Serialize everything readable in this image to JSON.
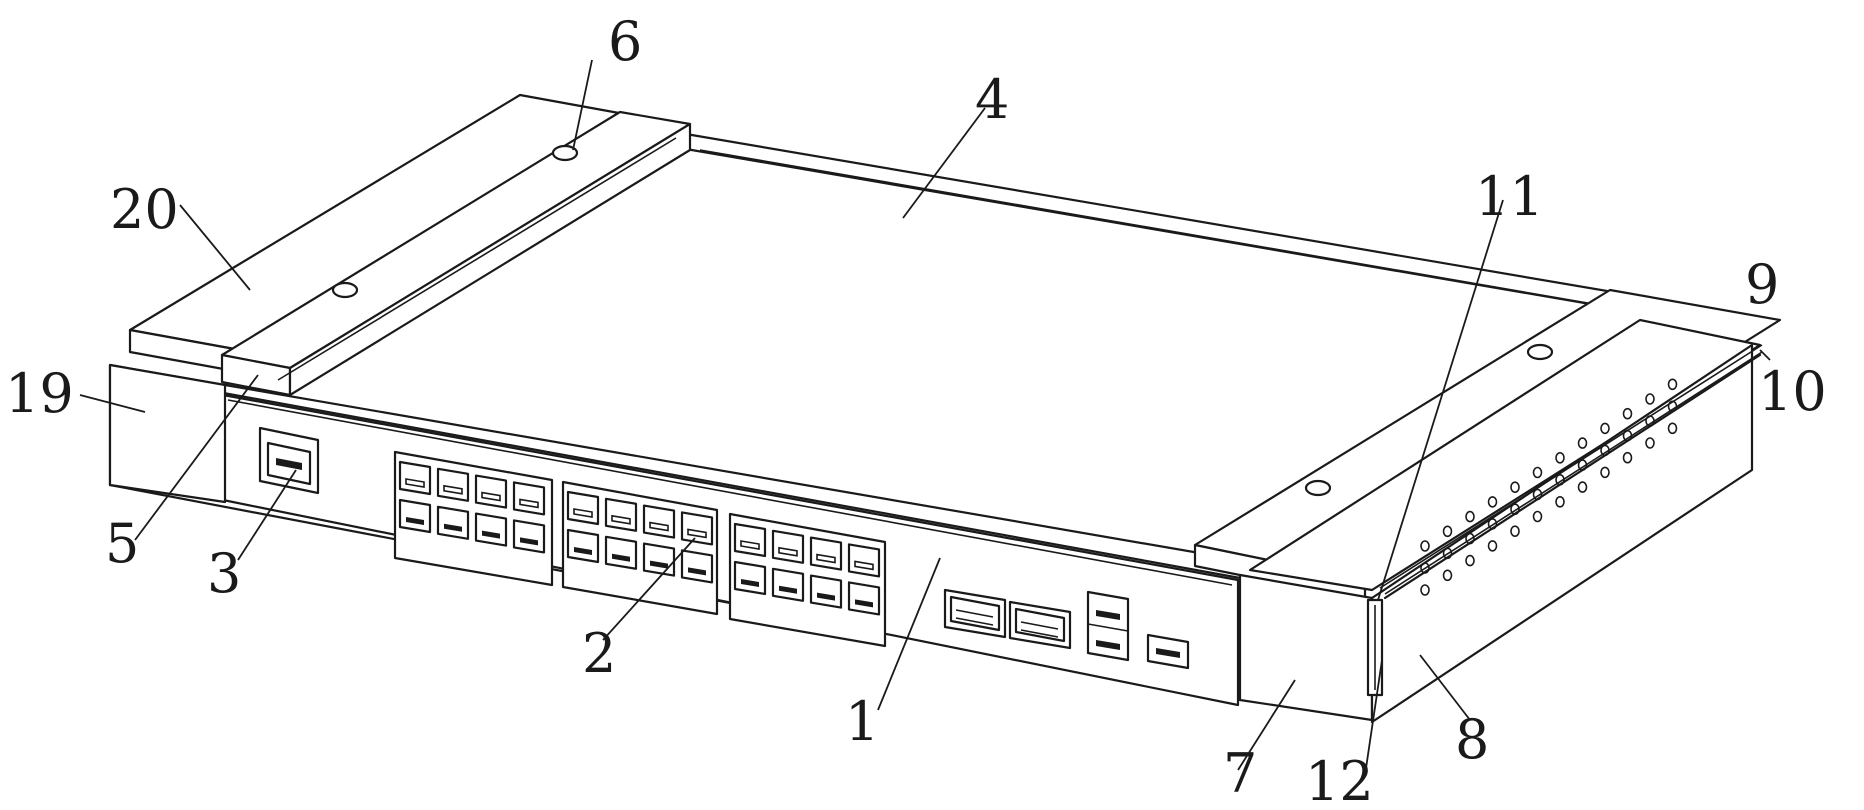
{
  "figure": {
    "labels": {
      "l1": "1",
      "l2": "2",
      "l3": "3",
      "l4": "4",
      "l5": "5",
      "l6": "6",
      "l7": "7",
      "l8": "8",
      "l9": "9",
      "l10": "10",
      "l11": "11",
      "l12": "12",
      "l19": "19",
      "l20": "20"
    }
  }
}
